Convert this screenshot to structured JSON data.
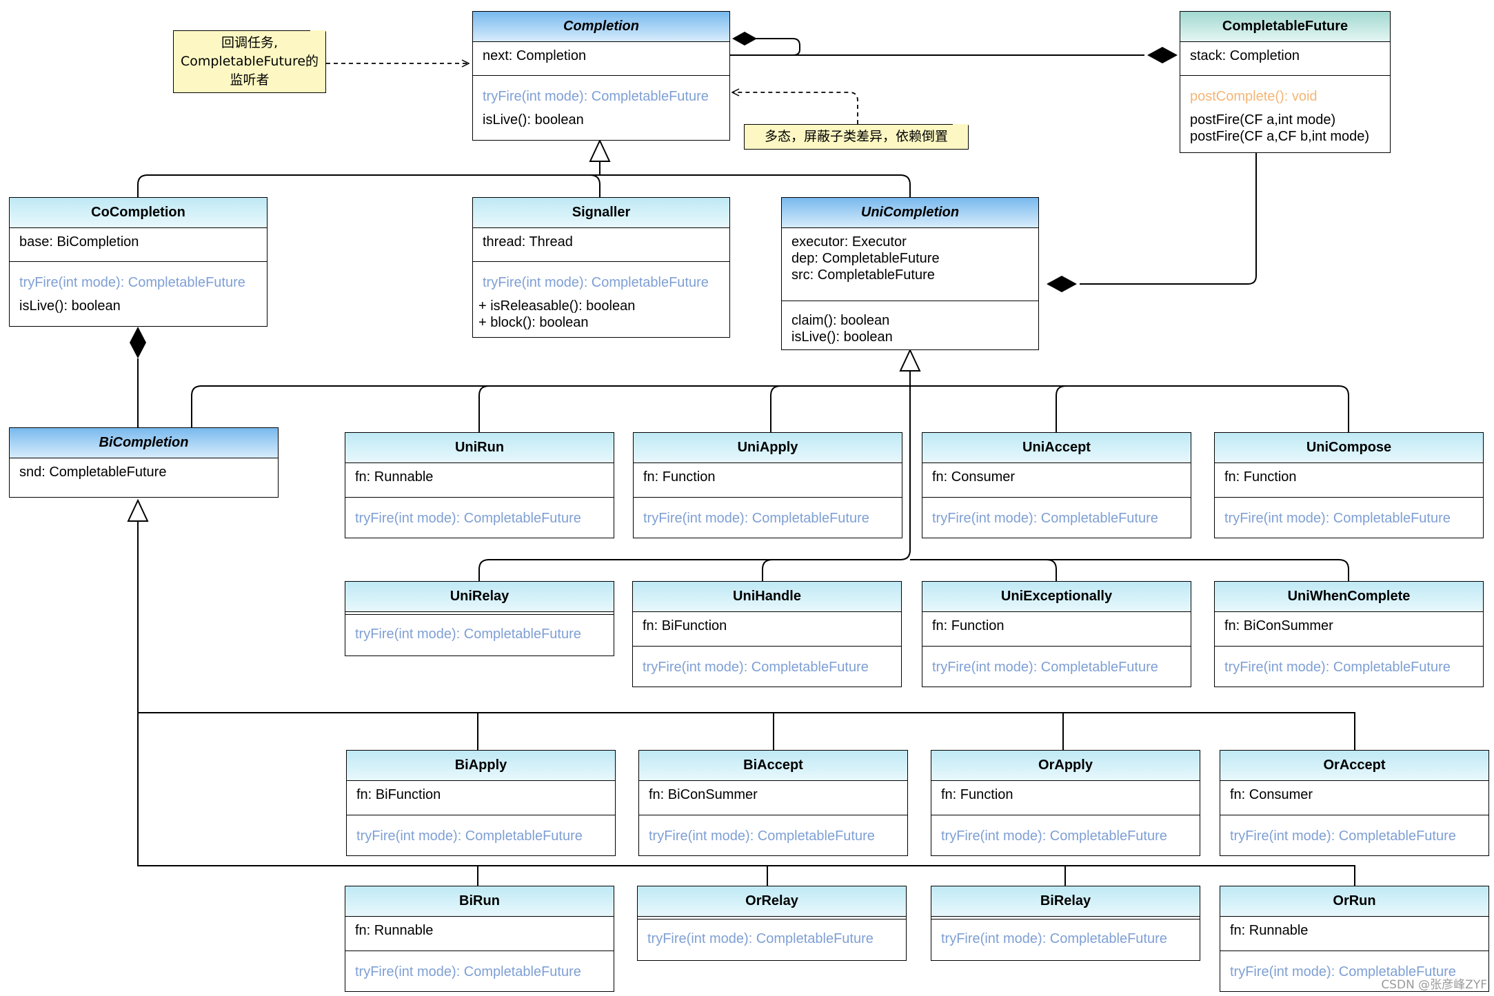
{
  "notes": {
    "listener": [
      "回调任务,",
      "CompletableFuture的",
      "监听者"
    ],
    "polymorph": "多态，屏蔽子类差异，依赖倒置"
  },
  "classes": {
    "completion": {
      "name": "Completion",
      "fields": [
        "next: Completion"
      ],
      "methods": [
        "tryFire(int mode): CompletableFuture",
        "isLive(): boolean"
      ]
    },
    "completable_future": {
      "name": "CompletableFuture",
      "fields": [
        "stack: Completion"
      ],
      "methods": [
        "postComplete(): void",
        "postFire(CF a,int mode)",
        "postFire(CF a,CF b,int mode)"
      ]
    },
    "co_completion": {
      "name": "CoCompletion",
      "fields": [
        "base: BiCompletion"
      ],
      "methods": [
        "tryFire(int mode): CompletableFuture",
        "isLive(): boolean"
      ]
    },
    "signaller": {
      "name": "Signaller",
      "fields": [
        "thread: Thread"
      ],
      "methods": [
        "tryFire(int mode): CompletableFuture",
        "+ isReleasable(): boolean",
        "+ block(): boolean"
      ]
    },
    "uni_completion": {
      "name": "UniCompletion",
      "fields": [
        "executor: Executor",
        "dep: CompletableFuture",
        "src: CompletableFuture"
      ],
      "methods": [
        "claim(): boolean",
        "isLive(): boolean"
      ]
    },
    "bi_completion": {
      "name": "BiCompletion",
      "fields": [
        "snd: CompletableFuture"
      ]
    },
    "uni_run": {
      "name": "UniRun",
      "fields": [
        "fn: Runnable"
      ],
      "methods": [
        "tryFire(int mode): CompletableFuture"
      ]
    },
    "uni_apply": {
      "name": "UniApply",
      "fields": [
        "fn: Function"
      ],
      "methods": [
        "tryFire(int mode): CompletableFuture"
      ]
    },
    "uni_accept": {
      "name": "UniAccept",
      "fields": [
        "fn: Consumer"
      ],
      "methods": [
        "tryFire(int mode): CompletableFuture"
      ]
    },
    "uni_compose": {
      "name": "UniCompose",
      "fields": [
        "fn: Function"
      ],
      "methods": [
        "tryFire(int mode): CompletableFuture"
      ]
    },
    "uni_relay": {
      "name": "UniRelay",
      "methods": [
        "tryFire(int mode): CompletableFuture"
      ]
    },
    "uni_handle": {
      "name": "UniHandle",
      "fields": [
        "fn: BiFunction"
      ],
      "methods": [
        "tryFire(int mode): CompletableFuture"
      ]
    },
    "uni_exceptionally": {
      "name": "UniExceptionally",
      "fields": [
        "fn: Function"
      ],
      "methods": [
        "tryFire(int mode): CompletableFuture"
      ]
    },
    "uni_when_complete": {
      "name": "UniWhenComplete",
      "fields": [
        "fn: BiConSummer"
      ],
      "methods": [
        "tryFire(int mode): CompletableFuture"
      ]
    },
    "bi_apply": {
      "name": "BiApply",
      "fields": [
        "fn: BiFunction"
      ],
      "methods": [
        "tryFire(int mode): CompletableFuture"
      ]
    },
    "bi_accept": {
      "name": "BiAccept",
      "fields": [
        "fn: BiConSummer"
      ],
      "methods": [
        "tryFire(int mode): CompletableFuture"
      ]
    },
    "or_apply": {
      "name": "OrApply",
      "fields": [
        "fn: Function"
      ],
      "methods": [
        "tryFire(int mode): CompletableFuture"
      ]
    },
    "or_accept": {
      "name": "OrAccept",
      "fields": [
        "fn: Consumer"
      ],
      "methods": [
        "tryFire(int mode): CompletableFuture"
      ]
    },
    "bi_run": {
      "name": "BiRun",
      "fields": [
        "fn: Runnable"
      ],
      "methods": [
        "tryFire(int mode): CompletableFuture"
      ]
    },
    "or_relay": {
      "name": "OrRelay",
      "methods": [
        "tryFire(int mode): CompletableFuture"
      ]
    },
    "bi_relay": {
      "name": "BiRelay",
      "methods": [
        "tryFire(int mode): CompletableFuture"
      ]
    },
    "or_run": {
      "name": "OrRun",
      "fields": [
        "fn: Runnable"
      ],
      "methods": [
        "tryFire(int mode): CompletableFuture"
      ]
    }
  },
  "credit": "CSDN @张彦峰ZYF",
  "colors": {
    "method_blue": "#7e9fd4",
    "method_orange": "#f4b574",
    "note_fill": "#fdf8c3",
    "header_light": "#bfe9f5",
    "header_abstract": "#78b9ee",
    "header_cf": "#a2d9d1"
  }
}
